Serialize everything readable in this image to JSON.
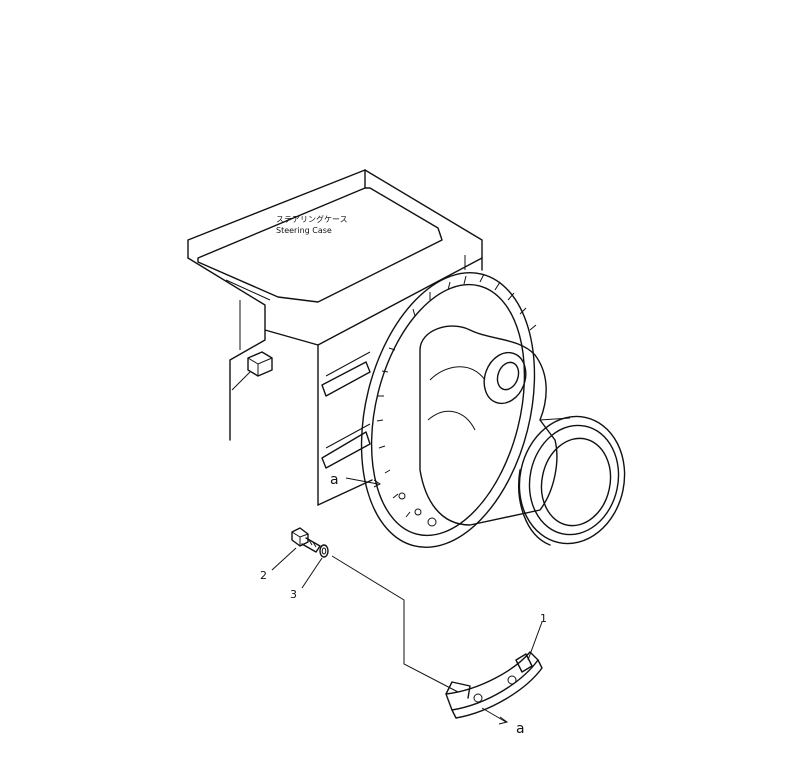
{
  "case_label_jp": "ステアリングケース",
  "case_label_en": "Steering Case",
  "callouts": {
    "part_1": "1",
    "part_2": "2",
    "part_3": "3"
  },
  "reference_marks": {
    "a_upper": "a",
    "a_lower": "a"
  },
  "ink_color": "#111111"
}
